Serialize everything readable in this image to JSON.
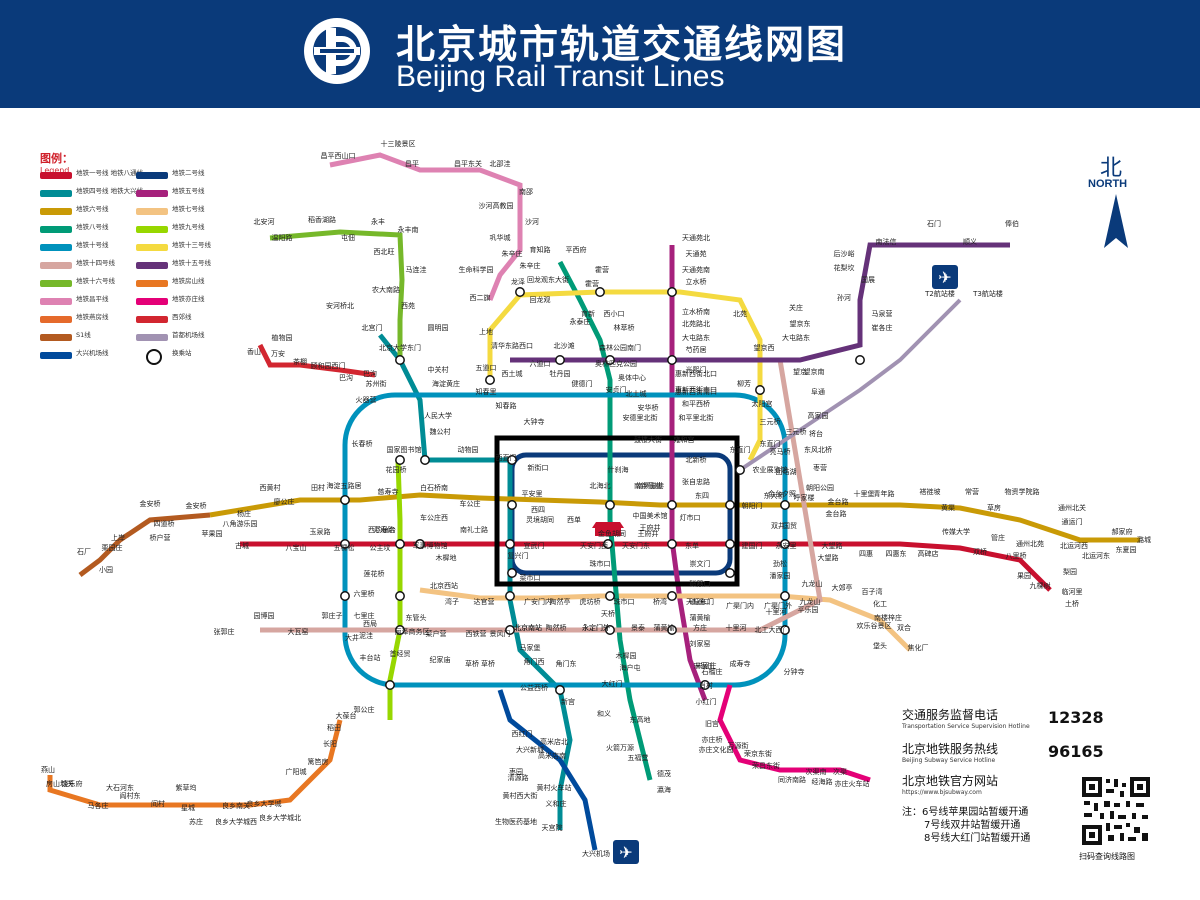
{
  "header": {
    "title_cn": "北京城市轨道交通线网图",
    "title_en": "Beijing Rail Transit Lines",
    "logo_icon": "beijing-subway-logo-icon"
  },
  "legend": {
    "title_cn": "图例：",
    "title_en": "Legend",
    "items": [
      {
        "label": "地铁一号线 地铁八通线",
        "color": "#c8102e"
      },
      {
        "label": "地铁二号线",
        "color": "#0a3a7a"
      },
      {
        "label": "地铁四号线 地铁大兴线",
        "color": "#008c95"
      },
      {
        "label": "地铁五号线",
        "color": "#a6217c"
      },
      {
        "label": "地铁六号线",
        "color": "#c99a06"
      },
      {
        "label": "地铁七号线",
        "color": "#f3c382"
      },
      {
        "label": "地铁八号线",
        "color": "#009b77"
      },
      {
        "label": "地铁九号线",
        "color": "#97d700"
      },
      {
        "label": "地铁十号线",
        "color": "#0092bc"
      },
      {
        "label": "地铁十三号线",
        "color": "#f4da40"
      },
      {
        "label": "地铁十四号线",
        "color": "#d6a6a0"
      },
      {
        "label": "地铁十五号线",
        "color": "#653279"
      },
      {
        "label": "地铁十六号线",
        "color": "#76b82a"
      },
      {
        "label": "地铁房山线",
        "color": "#e87722"
      },
      {
        "label": "地铁昌平线",
        "color": "#de82b2"
      },
      {
        "label": "地铁亦庄线",
        "color": "#e40077"
      },
      {
        "label": "地铁燕房线",
        "color": "#e56a2b"
      },
      {
        "label": "西郊线",
        "color": "#d22630"
      },
      {
        "label": "S1线",
        "color": "#b35a20"
      },
      {
        "label": "首都机场线",
        "color": "#a192b2"
      },
      {
        "label": "大兴机场线",
        "color": "#004a9c"
      },
      {
        "label": "换乘站",
        "color": "#ffffff"
      }
    ]
  },
  "compass": {
    "cn": "北",
    "en": "NORTH",
    "icon": "north-arrow-icon"
  },
  "info": {
    "supervision_cn": "交通服务监督电话",
    "supervision_en": "Transportation Service Supervision Hotline",
    "supervision_num": "12328",
    "hotline_cn": "北京地铁服务热线",
    "hotline_en": "Beijing Subway Service Hotline",
    "hotline_num": "96165",
    "website_cn": "北京地铁官方网站",
    "website_url": "https://www.bjsubway.com"
  },
  "notes": [
    "注：6号线苹果园站暂缓开通",
    "7号线双井站暂缓开通",
    "8号线大红门站暂缓开通"
  ],
  "qr_caption": "扫码查询线路图",
  "colors": {
    "header": "#0a3a7a",
    "frame": "#000000"
  },
  "stations": {
    "n1": "十三陵景区",
    "n2": "昌平西山口",
    "n3": "昌平",
    "n4": "昌平东关",
    "n5": "北邵洼",
    "n6": "南邵",
    "n7": "沙河高教园",
    "n8": "沙河",
    "n9": "巩华城",
    "n10": "朱辛庄",
    "n11": "生命科学园",
    "n12": "西二旗",
    "n13": "北安河",
    "n14": "稻香湖路",
    "n15": "永丰",
    "n16": "温阳路",
    "n17": "屯佃",
    "n18": "永丰南",
    "n19": "西北旺",
    "n20": "马连洼",
    "n21": "农大南路",
    "n22": "西苑",
    "n23": "安河桥北",
    "n24": "北宫门",
    "n25": "圆明园",
    "n26": "北京大学东门",
    "n27": "中关村",
    "n28": "海淀黄庄",
    "n29": "人民大学",
    "n30": "魏公村",
    "n31": "国家图书馆",
    "n32": "动物园",
    "n33": "西直门",
    "n34": "新街口",
    "n35": "平安里",
    "n36": "西四",
    "n37": "灵境胡同",
    "n38": "西单",
    "n39": "宣武门",
    "n40": "菜市口",
    "n41": "陶然亭",
    "n42": "北京南站",
    "n43": "马家堡",
    "n44": "角门西",
    "n45": "公益西桥",
    "n46": "新宫",
    "n47": "西红门",
    "n48": "高米店北",
    "n49": "高米店南",
    "n50": "枣园",
    "n51": "清源路",
    "n52": "黄村西大街",
    "n53": "黄村火车站",
    "n54": "义和庄",
    "n55": "生物医药基地",
    "n56": "天宫院",
    "n57": "苹果园",
    "n58": "古城",
    "n59": "八角游乐园",
    "n60": "八宝山",
    "n61": "玉泉路",
    "n62": "五棵松",
    "n63": "万寿路",
    "n64": "公主坟",
    "n65": "军事博物馆",
    "n66": "木樨地",
    "n67": "南礼士路",
    "n68": "复兴门",
    "n69": "天安门西",
    "n70": "天安门东",
    "n71": "王府井",
    "n72": "东单",
    "n73": "建国门",
    "n74": "永安里",
    "n75": "国贸",
    "n76": "大望路",
    "n77": "四惠",
    "n78": "四惠东",
    "n79": "高碑店",
    "n80": "传媒大学",
    "n81": "双桥",
    "n82": "管庄",
    "n83": "八里桥",
    "n84": "通州北苑",
    "n85": "果园",
    "n86": "九棵树",
    "n87": "梨园",
    "n88": "临河里",
    "n89": "土桥",
    "n90": "金安桥",
    "n91": "杨庄",
    "n92": "西黄村",
    "n93": "廖公庄",
    "n94": "田村",
    "n95": "海淀五路居",
    "n96": "慈寿寺",
    "n97": "花园桥",
    "n98": "白石桥南",
    "n99": "车公庄西",
    "n100": "车公庄",
    "n101": "北海北",
    "n102": "南锣鼓巷",
    "n103": "东四",
    "n104": "朝阳门",
    "n105": "东大桥",
    "n106": "呼家楼",
    "n107": "金台路",
    "n108": "十里堡",
    "n109": "青年路",
    "n110": "褡裢坡",
    "n111": "黄渠",
    "n112": "常营",
    "n113": "草房",
    "n114": "物资学院路",
    "n115": "通州北关",
    "n116": "通运门",
    "n117": "北运河西",
    "n118": "北运河东",
    "n119": "郝家府",
    "n120": "东夏园",
    "n121": "潞城",
    "n122": "天通苑北",
    "n123": "天通苑",
    "n124": "天通苑南",
    "n125": "立水桥",
    "n126": "立水桥南",
    "n127": "北苑路北",
    "n128": "大屯路东",
    "n129": "惠新西街北口",
    "n130": "惠新西街南口",
    "n131": "和平西桥",
    "n132": "和平里北街",
    "n133": "雍和宫",
    "n134": "北新桥",
    "n135": "张自忠路",
    "n136": "灯市口",
    "n137": "崇文门",
    "n138": "磁器口",
    "n139": "天坛东门",
    "n140": "蒲黄榆",
    "n141": "刘家窑",
    "n142": "宋家庄",
    "n143": "霍营",
    "n144": "回龙观",
    "n145": "龙泽",
    "n146": "上地",
    "n147": "五道口",
    "n148": "知春路",
    "n149": "大钟寺",
    "n150": "北苑",
    "n151": "望京西",
    "n152": "芍药居",
    "n153": "光熙门",
    "n154": "柳芳",
    "n155": "东直门",
    "n156": "石门",
    "n157": "顺义",
    "n158": "俸伯",
    "n159": "南法信",
    "n160": "后沙峪",
    "n161": "花梨坎",
    "n162": "国展",
    "n163": "孙河",
    "n164": "马泉营",
    "n165": "崔各庄",
    "n166": "望京东",
    "n167": "望京",
    "n168": "关庄",
    "n169": "大屯路东",
    "n170": "北沙滩",
    "n171": "六道口",
    "n172": "清华东路西口",
    "n173": "T2航站楼",
    "n174": "T3航站楼",
    "n175": "三元桥",
    "n176": "东直门",
    "n177": "平西府",
    "n178": "育知路",
    "n179": "朱辛庄",
    "n180": "回龙观东大街",
    "n181": "霍营",
    "n182": "育新",
    "n183": "西小口",
    "n184": "永泰庄",
    "n185": "林萃桥",
    "n186": "森林公园南门",
    "n187": "奥林匹克公园",
    "n188": "奥体中心",
    "n189": "北土城",
    "n190": "安华桥",
    "n191": "安德里北街",
    "n192": "鼓楼大街",
    "n193": "什刹海",
    "n194": "南锣鼓巷",
    "n195": "中国美术馆",
    "n196": "金鱼胡同",
    "n197": "王府井",
    "n198": "珠市口",
    "n199": "天桥",
    "n200": "永定门外",
    "n201": "木樨园",
    "n202": "海户屯",
    "n203": "大红门",
    "n204": "和义",
    "n205": "东高地",
    "n206": "火箭万源",
    "n207": "五福堂",
    "n208": "德茂",
    "n209": "瀛海",
    "n210": "巴沟",
    "n211": "苏州街",
    "n212": "知春里",
    "n213": "西土城",
    "n214": "牡丹园",
    "n215": "健德门",
    "n216": "安贞门",
    "n217": "惠新西街南口",
    "n218": "太阳宫",
    "n219": "三元桥",
    "n220": "亮马桥",
    "n221": "农业展览馆",
    "n222": "团结湖",
    "n223": "金台夕照",
    "n224": "双井",
    "n225": "劲松",
    "n226": "潘家园",
    "n227": "十里河",
    "n228": "分钟寺",
    "n229": "成寿寺",
    "n230": "石榴庄",
    "n231": "角门东",
    "n232": "草桥",
    "n233": "纪家庙",
    "n234": "首经贸",
    "n235": "丰台站",
    "n236": "泥洼",
    "n237": "西局",
    "n238": "六里桥",
    "n239": "莲花桥",
    "n240": "西钓鱼台",
    "n241": "火器营",
    "n242": "长春桥",
    "n243": "北京西站",
    "n244": "湾子",
    "n245": "达官营",
    "n246": "广安门内",
    "n247": "虎坊桥",
    "n248": "珠市口",
    "n249": "桥湾",
    "n250": "磁器口",
    "n251": "广渠门内",
    "n252": "广渠门外",
    "n253": "九龙山",
    "n254": "大郊亭",
    "n255": "百子湾",
    "n256": "化工",
    "n257": "南楼梓庄",
    "n258": "欢乐谷景区",
    "n259": "垡头",
    "n260": "双合",
    "n261": "焦化厂",
    "n262": "张郭庄",
    "n263": "园博园",
    "n264": "大瓦窑",
    "n265": "郭庄子",
    "n266": "大井",
    "n267": "七里庄",
    "n268": "东管头",
    "n269": "丽泽商务区",
    "n270": "菜户营",
    "n271": "西铁营",
    "n272": "景风门",
    "n273": "北京南站",
    "n274": "陶然桥",
    "n275": "永定门外",
    "n276": "景泰",
    "n277": "蒲黄榆",
    "n278": "方庄",
    "n279": "十里河",
    "n280": "北工大西门",
    "n281": "平乐园",
    "n282": "九龙山",
    "n283": "大望路",
    "n284": "金台路",
    "n285": "朝阳公园",
    "n286": "枣营",
    "n287": "东风北桥",
    "n288": "将台",
    "n289": "高家园",
    "n290": "阜通",
    "n291": "望京南",
    "n292": "阎村东",
    "n293": "紫草坞",
    "n294": "阎村",
    "n295": "星城",
    "n296": "大石河东",
    "n297": "马各庄",
    "n298": "饶乐府",
    "n299": "房山城关",
    "n300": "燕山",
    "n301": "苏庄",
    "n302": "良乡南关",
    "n303": "良乡大学城西",
    "n304": "良乡大学城",
    "n305": "良乡大学城北",
    "n306": "广阳城",
    "n307": "篱笆房",
    "n308": "长阳",
    "n309": "稻田",
    "n310": "大葆台",
    "n311": "郭公庄",
    "n312": "宋家庄",
    "n313": "肖村",
    "n314": "小红门",
    "n315": "旧宫",
    "n316": "亦庄桥",
    "n317": "亦庄文化园",
    "n318": "万源街",
    "n319": "荣京东街",
    "n320": "荣昌东街",
    "n321": "同济南路",
    "n322": "经海路",
    "n323": "次渠南",
    "n324": "次渠",
    "n325": "亦庄火车站",
    "n326": "香山",
    "n327": "植物园",
    "n328": "万安",
    "n329": "茶棚",
    "n330": "颐和园西门",
    "n331": "巴沟",
    "n332": "金安桥",
    "n333": "四道桥",
    "n334": "桥户营",
    "n335": "上岸",
    "n336": "栗园庄",
    "n337": "小园",
    "n338": "石厂",
    "n339": "草桥",
    "n340": "大兴新城",
    "n341": "大兴机场"
  }
}
